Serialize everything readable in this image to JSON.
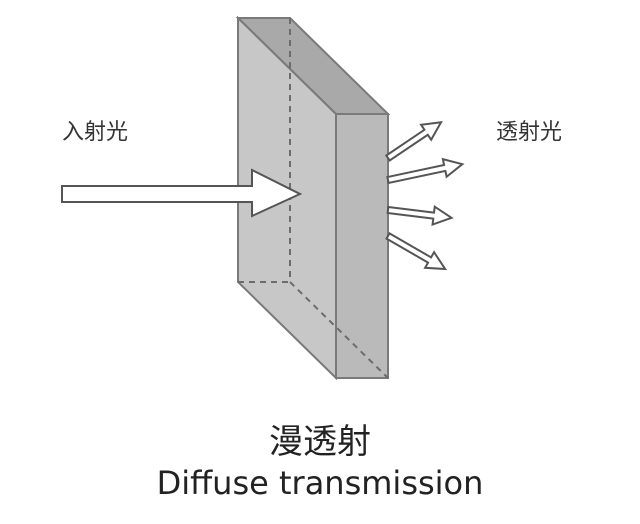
{
  "labels": {
    "incident_light": "入射光",
    "transmitted_light": "透射光"
  },
  "title": {
    "chinese": "漫透射",
    "english": "Diffuse transmission"
  },
  "colors": {
    "slab_front": "#c6c6c6",
    "slab_side": "#b9b9b9",
    "slab_top": "#a8a8a8",
    "outline": "#7a7a7a",
    "hidden_edge": "#6f6f6f",
    "arrow_fill": "#ffffff",
    "arrow_stroke": "#555555"
  },
  "icons": {
    "incident_arrow": "large-right-arrow",
    "transmitted_arrows": "four-diverging-arrows"
  }
}
